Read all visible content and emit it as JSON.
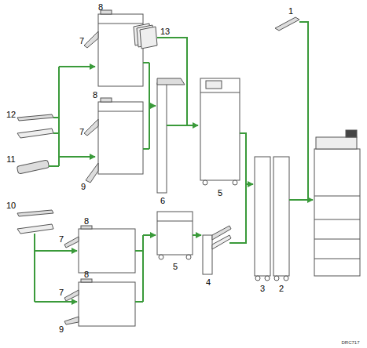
{
  "diagram": {
    "labels": [
      "8",
      "1",
      "13",
      "7",
      "8",
      "12",
      "7",
      "11",
      "9",
      "5",
      "6",
      "10",
      "8",
      "7",
      "5",
      "4",
      "8",
      "7",
      "3",
      "2",
      "9",
      "DRC717"
    ]
  }
}
